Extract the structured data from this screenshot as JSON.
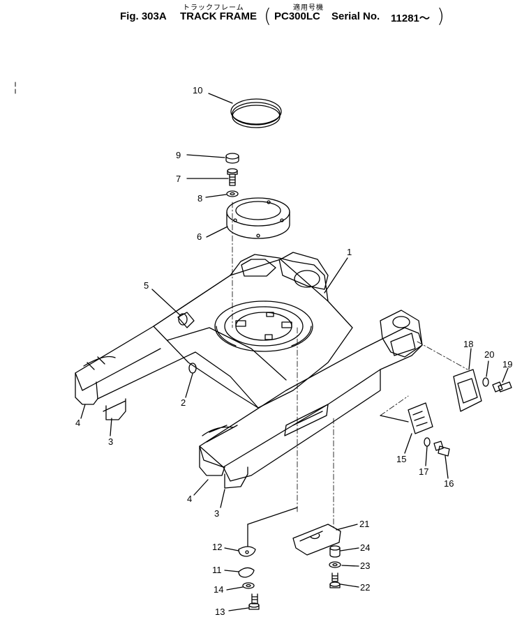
{
  "title": {
    "jp_name": "トラックフレーム",
    "jp_serial": "適用号機",
    "fig_label": "Fig. 303A",
    "name": "TRACK FRAME",
    "model": "PC300LC",
    "serial_label": "Serial No.",
    "serial_range": "11281～"
  },
  "callouts": [
    "1",
    "2",
    "3",
    "3",
    "4",
    "4",
    "5",
    "6",
    "7",
    "8",
    "9",
    "10",
    "11",
    "12",
    "13",
    "14",
    "15",
    "16",
    "17",
    "18",
    "19",
    "20",
    "21",
    "22",
    "23",
    "24"
  ]
}
